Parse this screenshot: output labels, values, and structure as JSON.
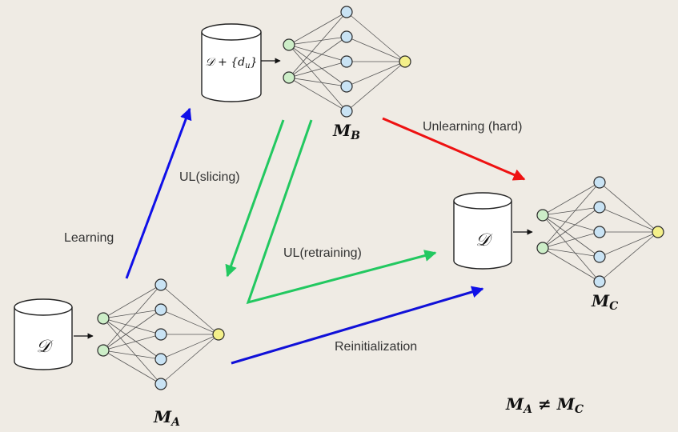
{
  "dataset_label": "𝒟",
  "dataset_plus_label": "𝒟 + {d",
  "dataset_plus_sub": "u",
  "dataset_plus_close": "}",
  "model_letter": "M",
  "models": {
    "a_sub": "A",
    "b_sub": "B",
    "c_sub": "C"
  },
  "inequality": {
    "lhs": "M",
    "lhs_sub": "A",
    "op": " ≠ ",
    "rhs": "M",
    "rhs_sub": "C"
  },
  "arrows": {
    "learning": "Learning",
    "ul_slicing": "UL(slicing)",
    "ul_retraining": "UL(retraining)",
    "unlearning_hard": "Unlearning (hard)",
    "reinitialization": "Reinitialization"
  },
  "colors": {
    "learning": "#1010e8",
    "reinitialization": "#1010d8",
    "ul": "#22c860",
    "unlearning_hard": "#ee1111",
    "input_node": "#cdeec8",
    "hidden_node": "#c9e3f4",
    "output_node": "#f4f08a"
  }
}
